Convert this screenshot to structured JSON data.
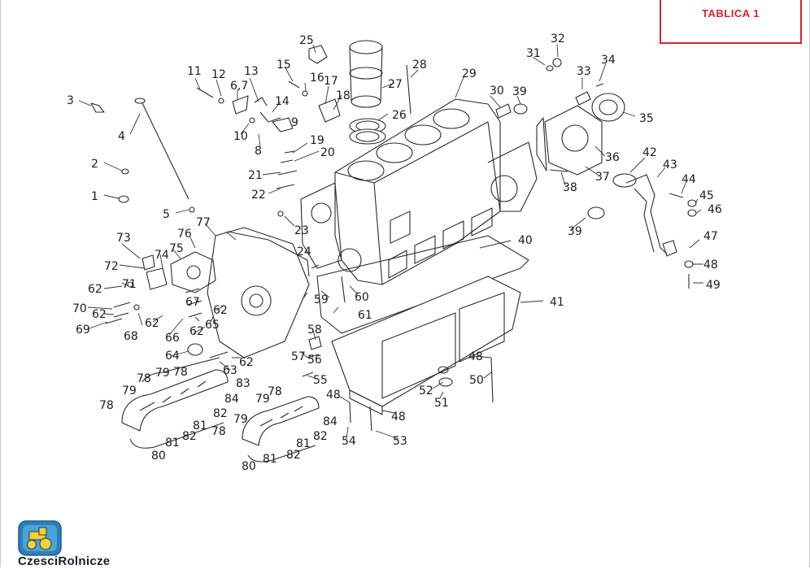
{
  "sheet": {
    "label": "TABLICA 1",
    "accent_color": "#d8232a"
  },
  "brand": {
    "name": "CzesciRolnicze",
    "logo_icon": "tractor-icon",
    "logo_colors": [
      "#2e7fb8",
      "#f2d230"
    ]
  },
  "diagram": {
    "callouts": [
      "1",
      "2",
      "3",
      "4",
      "5",
      "6,7",
      "8",
      "9",
      "10",
      "11",
      "12",
      "13",
      "14",
      "15",
      "16",
      "17",
      "18",
      "19",
      "20",
      "21",
      "22",
      "23",
      "24",
      "25",
      "26",
      "27",
      "28",
      "29",
      "30",
      "31",
      "32",
      "33",
      "34",
      "35",
      "36",
      "37",
      "38",
      "39",
      "39",
      "40",
      "41",
      "42",
      "43",
      "44",
      "45",
      "46",
      "47",
      "48",
      "48",
      "48",
      "48",
      "49",
      "50",
      "51",
      "52",
      "53",
      "54",
      "55",
      "56",
      "57",
      "58",
      "59",
      "60",
      "61",
      "62",
      "62",
      "62",
      "62",
      "62",
      "62",
      "63",
      "64",
      "65",
      "66",
      "67",
      "68",
      "69",
      "70",
      "71",
      "72",
      "73",
      "74",
      "75",
      "76",
      "77",
      "78",
      "78",
      "78",
      "78",
      "78",
      "79",
      "79",
      "79",
      "79",
      "80",
      "80",
      "81",
      "81",
      "81",
      "81",
      "82",
      "82",
      "82",
      "82",
      "83",
      "84",
      "84"
    ]
  }
}
